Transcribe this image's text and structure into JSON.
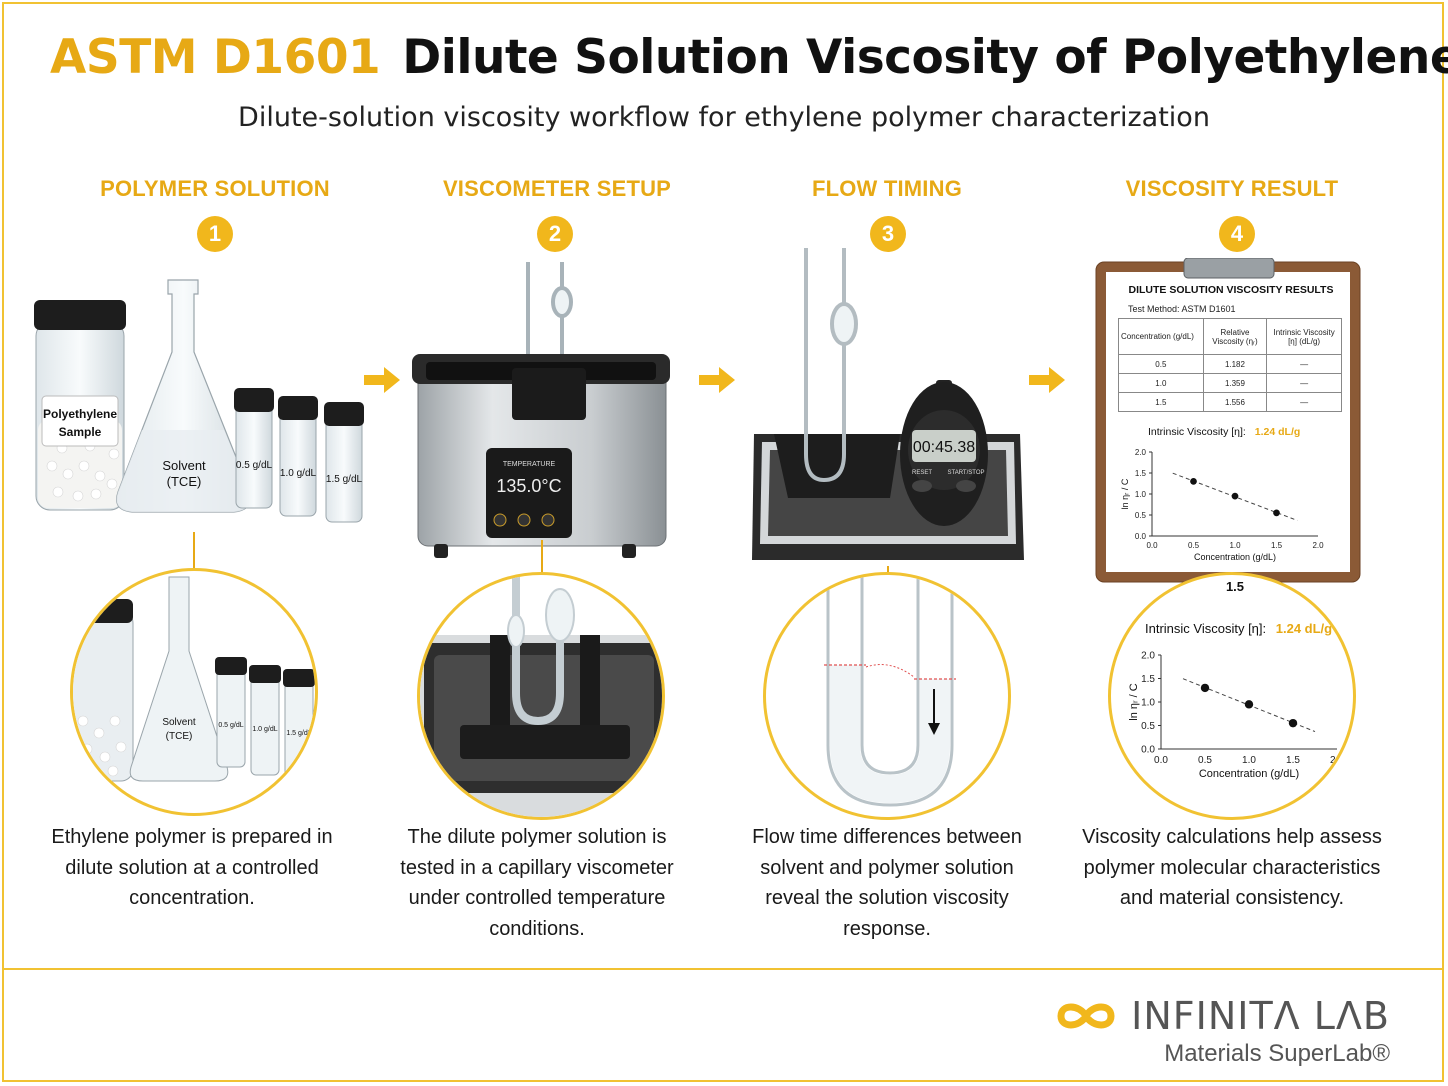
{
  "header": {
    "code": "ASTM D1601",
    "title": "Dilute Solution Viscosity of Polyethylene",
    "subtitle": "Dilute-solution viscosity workflow for ethylene polymer characterization"
  },
  "steps": [
    {
      "number": "1",
      "title": "POLYMER SOLUTION",
      "description": "Ethylene polymer is prepared in dilute solution at a controlled concentration."
    },
    {
      "number": "2",
      "title": "VISCOMETER SETUP",
      "description": "The dilute polymer solution is tested in a capillary viscometer under controlled temperature conditions."
    },
    {
      "number": "3",
      "title": "FLOW TIMING",
      "description": "Flow time differences between solvent and polymer solution reveal the solution viscosity response."
    },
    {
      "number": "4",
      "title": "VISCOSITY RESULT",
      "description": "Viscosity calculations help assess polymer molecular characteristics and material consistency."
    }
  ],
  "labels": {
    "sample_jar": [
      "Polyethylene",
      "Sample"
    ],
    "solvent": [
      "Solvent",
      "(TCE)"
    ],
    "vials": [
      "0.5 g/dL",
      "1.0 g/dL",
      "1.5 g/dL"
    ],
    "bath_display_title": "TEMPERATURE",
    "bath_temperature": "135.0°C",
    "stopwatch_time": "00:45.38",
    "stopwatch_buttons": [
      "RESET",
      "START/STOP"
    ]
  },
  "results_sheet": {
    "title": "DILUTE SOLUTION VISCOSITY RESULTS",
    "method": "Test Method: ASTM D1601",
    "columns": [
      "Concentration (g/dL)",
      "Relative Viscosity (ηᵣ)",
      "Intrinsic Viscosity [η] (dL/g)"
    ],
    "rows": [
      [
        "0.5",
        "1.182",
        "—"
      ],
      [
        "1.0",
        "1.359",
        "—"
      ],
      [
        "1.5",
        "1.556",
        "—"
      ]
    ],
    "intrinsic_label": "Intrinsic Viscosity [η]:",
    "intrinsic_value": "1.24 dL/g"
  },
  "chart_data": {
    "type": "scatter",
    "x": [
      0.5,
      1.0,
      1.5
    ],
    "y": [
      1.3,
      0.95,
      0.55
    ],
    "xlabel": "Concentration (g/dL)",
    "ylabel": "ln ηᵣ / C",
    "xlim": [
      0,
      2.0
    ],
    "ylim": [
      0,
      2.0
    ],
    "xticks": [
      "0.0",
      "0.5",
      "1.0",
      "1.5",
      "2.0"
    ],
    "yticks": [
      "0.0",
      "0.5",
      "1.0",
      "1.5",
      "2.0"
    ],
    "trendline": "dashed",
    "grid": false
  },
  "footer": {
    "brand": "INFINITΛ LΛB",
    "tagline": "Materials SuperLab®"
  },
  "colors": {
    "accent": "#e7a915",
    "badge": "#f1b71c",
    "text": "#111111"
  }
}
